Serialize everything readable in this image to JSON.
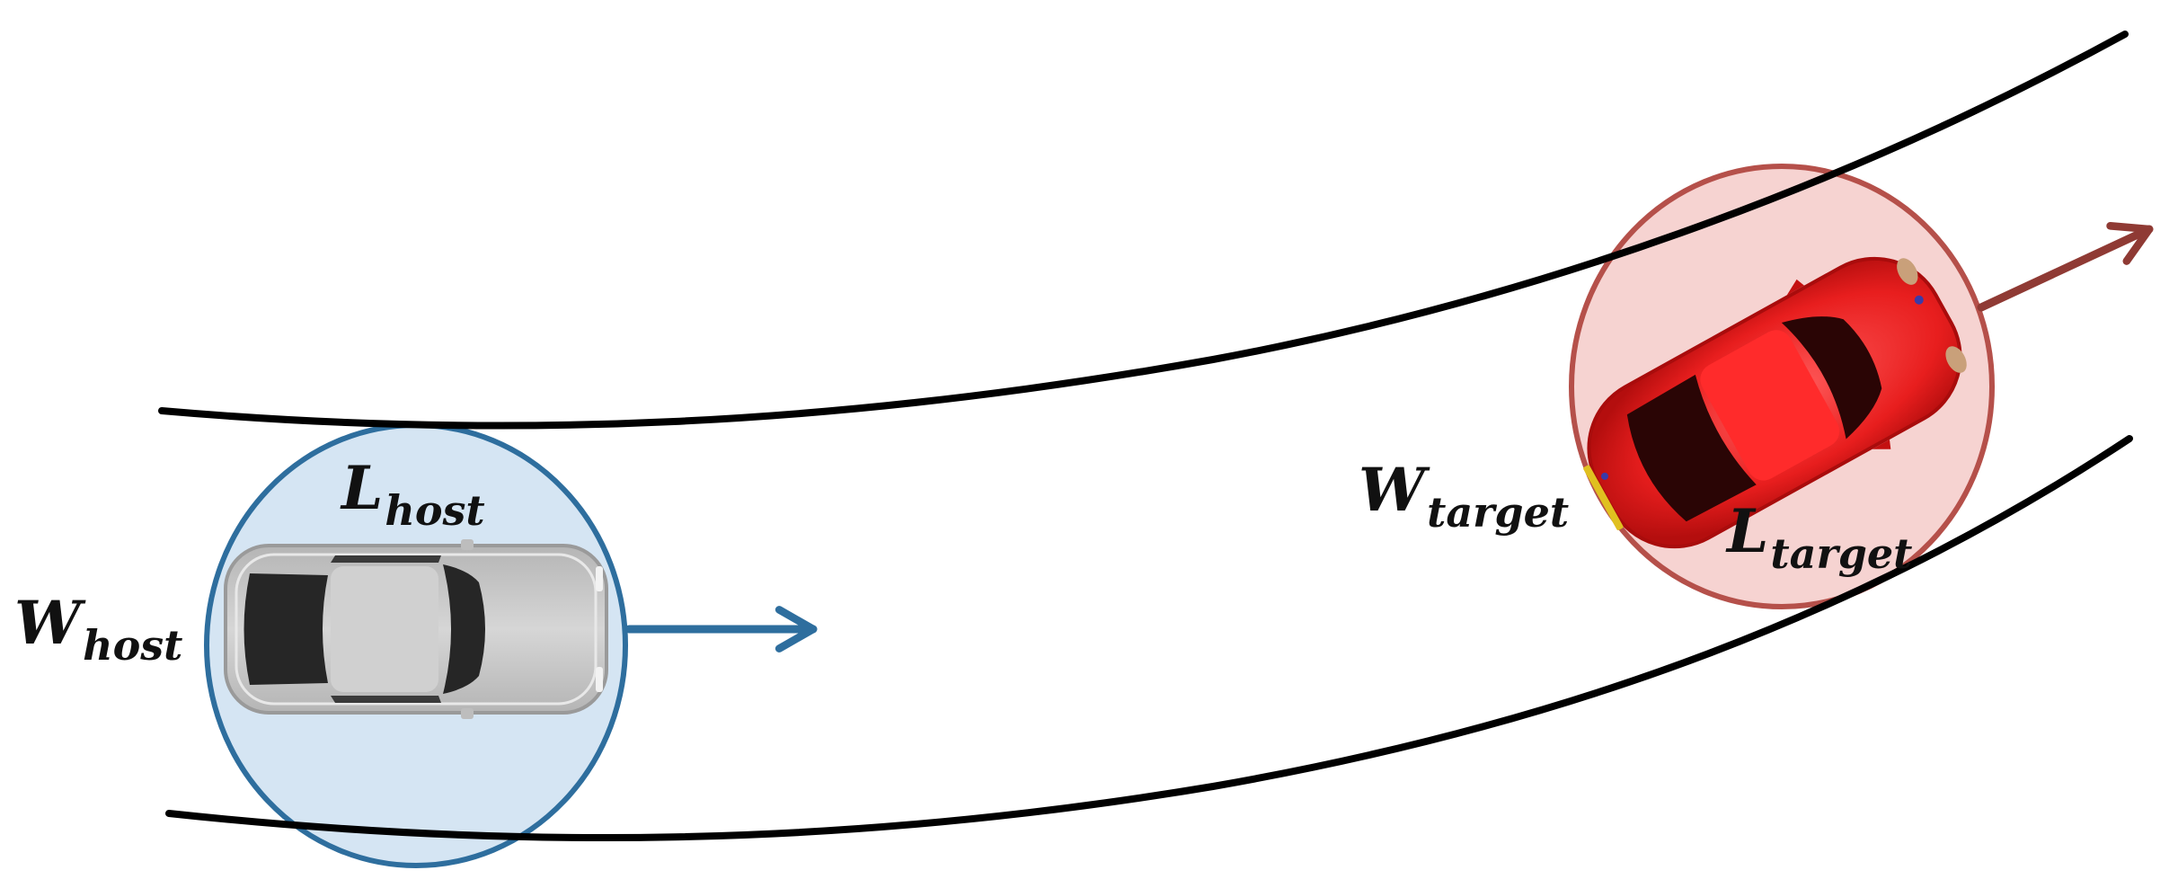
{
  "colors": {
    "road_edge": "#000000",
    "host_circle_fill": "#d5e5f3",
    "host_circle_stroke": "#2e6e9e",
    "host_arrow": "#2e6e9e",
    "host_car_body": "#c9c9c9",
    "target_circle_fill": "#f6d3d1",
    "target_circle_stroke": "#b5504a",
    "target_arrow": "#8f3a34",
    "target_car_body": "#e81e1e"
  },
  "labels": {
    "w_host": {
      "main": "W",
      "sub": "host"
    },
    "l_host": {
      "main": "L",
      "sub": "host"
    },
    "w_target": {
      "main": "W",
      "sub": "target"
    },
    "l_target": {
      "main": "L",
      "sub": "target"
    }
  }
}
